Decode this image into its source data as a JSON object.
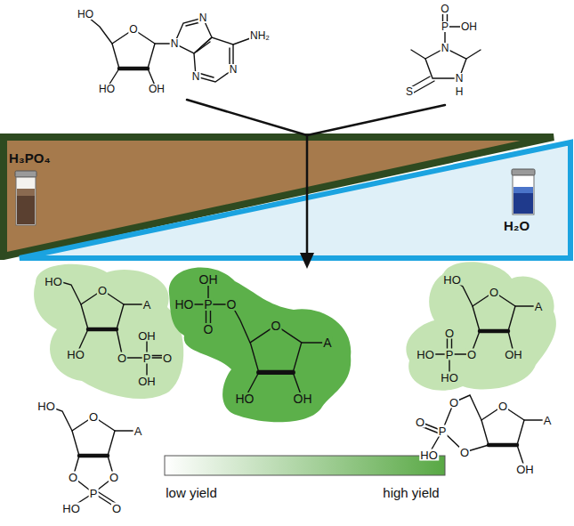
{
  "diagram": {
    "nodes": [
      {
        "text": [
          "H₃PO₄"
        ]
      },
      {
        "text": [
          "H₂O"
        ]
      }
    ],
    "labels": [
      "HO",
      "O",
      "N",
      "N",
      "NH₂",
      "N",
      "N",
      "HO",
      "OH",
      "O",
      "P",
      "OH",
      "N",
      "S",
      "N",
      "H",
      "HO",
      "O",
      "A",
      "HO",
      "O",
      "P",
      "OH",
      "OH",
      "O",
      "OH",
      "HO",
      "P",
      "O",
      "O",
      "O",
      "A",
      "HO",
      "OH",
      "HO",
      "O",
      "A",
      "OH",
      "O",
      "P",
      "O",
      "HO",
      "HO",
      "HO",
      "O",
      "A",
      "O",
      "O",
      "P",
      "HO",
      "O",
      "O",
      "A",
      "O",
      "P",
      "O",
      "HO",
      "O",
      "OH",
      "low yield",
      "high yield"
    ]
  }
}
